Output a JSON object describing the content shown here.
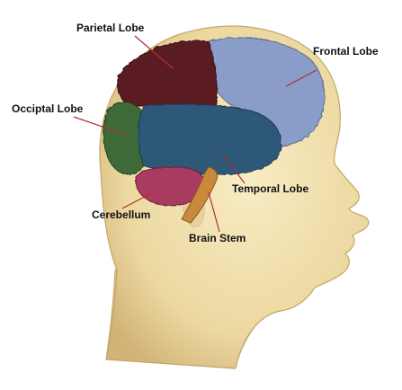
{
  "labels": {
    "parietal": "Parietal Lobe",
    "frontal": "Frontal Lobe",
    "occipital": "Occiptal Lobe",
    "temporal": "Temporal Lobe",
    "cerebellum": "Cerebellum",
    "brain_stem": "Brain Stem"
  },
  "colors": {
    "parietal": "#5a1e24",
    "frontal": "#8a9cc8",
    "occipital": "#3c6a38",
    "temporal": "#2f5878",
    "cerebellum": "#a83a5e",
    "brain_stem": "#c88a3a",
    "skin": "#ecd8a0",
    "leader_line": "#b03030"
  }
}
